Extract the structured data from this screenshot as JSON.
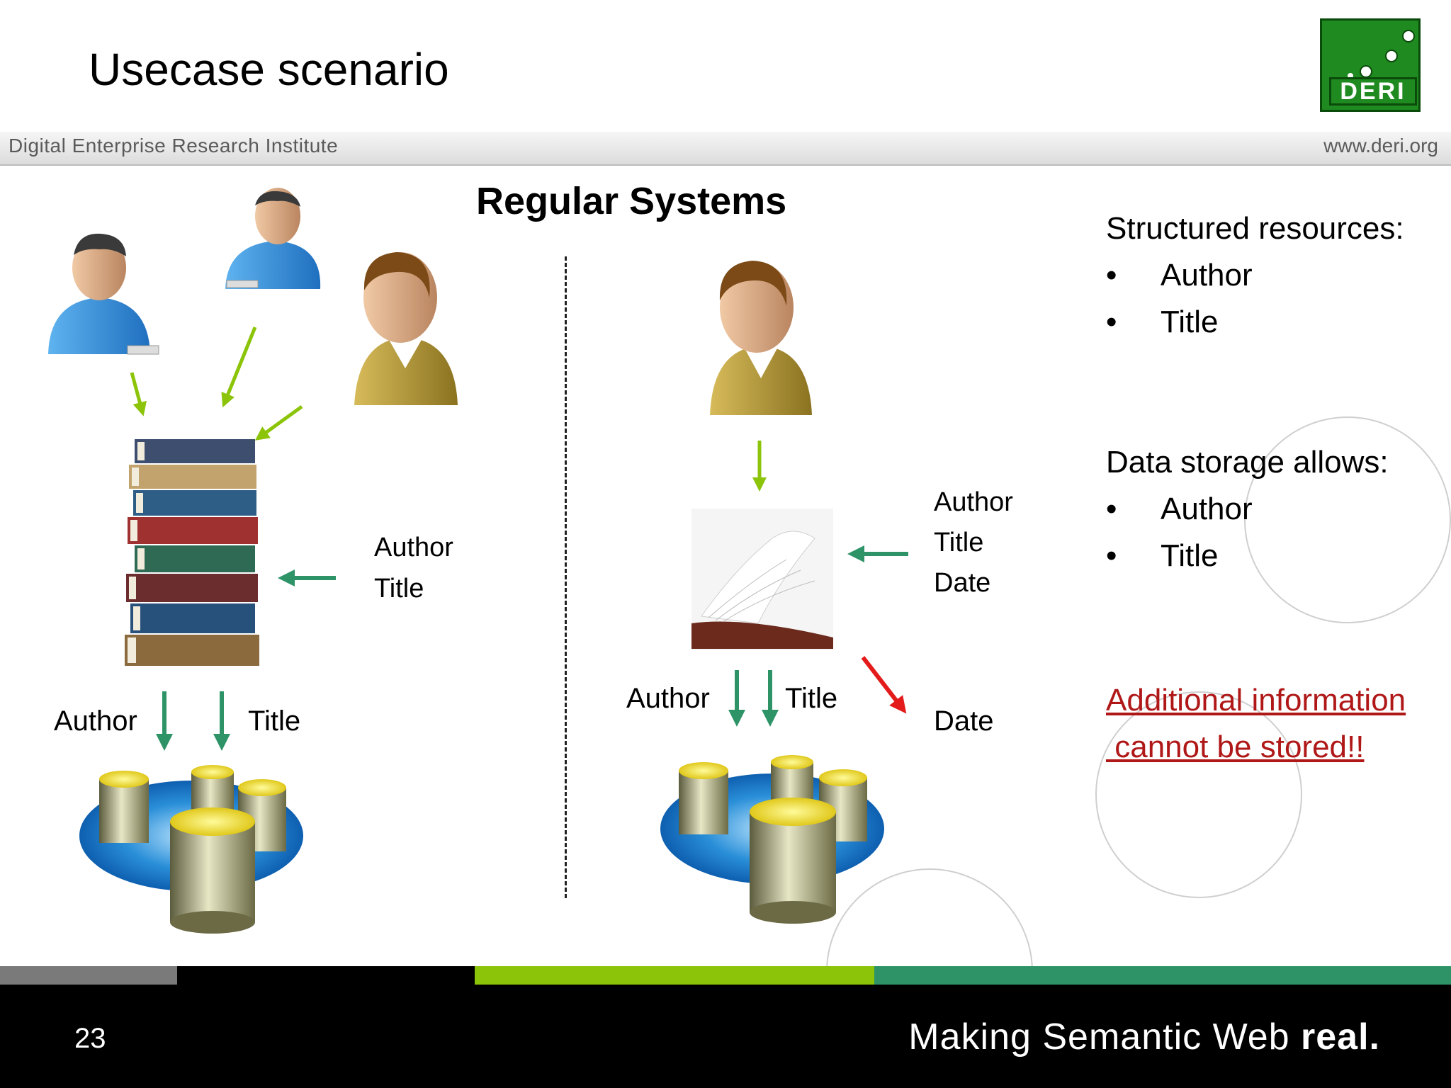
{
  "slide": {
    "title": "Usecase scenario",
    "heading": "Regular Systems",
    "page_number": "23"
  },
  "logo": {
    "text": "DERI"
  },
  "band": {
    "left": "Digital Enterprise Research Institute",
    "right": "www.deri.org"
  },
  "left_scenario": {
    "side_labels": [
      "Author",
      "Title"
    ],
    "bottom_labels": [
      "Author",
      "Title"
    ]
  },
  "middle_scenario": {
    "side_labels": [
      "Author",
      "Title",
      "Date"
    ],
    "bottom_labels": [
      "Author",
      "Title"
    ],
    "rejected_label": "Date"
  },
  "right_panel": {
    "structured_heading": "Structured resources:",
    "structured_items": [
      "Author",
      "Title"
    ],
    "storage_heading": "Data storage allows:",
    "storage_items": [
      "Author",
      "Title"
    ],
    "warning_line1": "Additional information",
    "warning_line2": " cannot be stored!!"
  },
  "footer": {
    "tagline_light": "Making Semantic Web ",
    "tagline_bold": "real."
  },
  "colors": {
    "green_arrow": "#2e9467",
    "lime_arrow": "#8cc40a",
    "red_arrow": "#e31b1b",
    "warning_text": "#b01818",
    "footer_bar": [
      "#7a7a7a",
      "#000000",
      "#8cc40a",
      "#2e9467"
    ]
  }
}
